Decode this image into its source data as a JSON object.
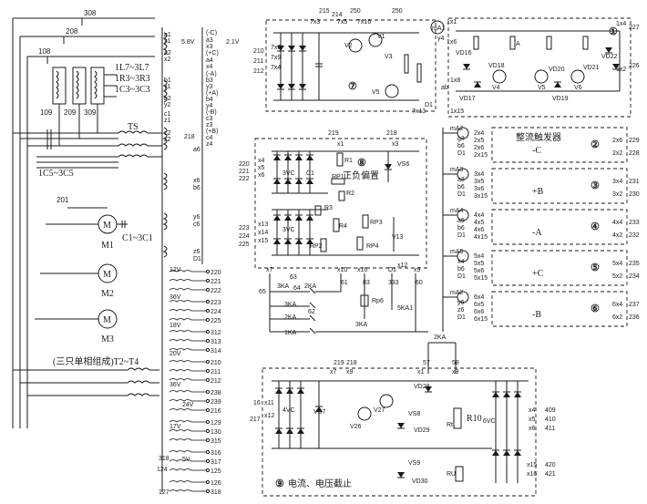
{
  "power_section": {
    "wire_numbers": [
      "308",
      "208",
      "108",
      "209",
      "309",
      "109",
      "201"
    ],
    "transformer_labels": [
      "1L7~3L7",
      "1R3~3R3",
      "1C3~3C3"
    ],
    "switch_label": "TS",
    "capacitor_label": "1C5~3C5",
    "motors": [
      {
        "name": "M1",
        "cap": "C1~3C1"
      },
      {
        "name": "M2"
      },
      {
        "name": "M3"
      }
    ],
    "transformer_note": "(三只单相组成)T2~T4"
  },
  "winding_column": {
    "voltage_labels": [
      "5.8V",
      "2.1V",
      "12V",
      "36V",
      "18V",
      "20V",
      "36V",
      "24V",
      "17V",
      "5V"
    ],
    "pins_left": [
      "a1",
      "x1",
      "a2",
      "x2",
      "b1",
      "y1",
      "b2",
      "y2",
      "c1",
      "z1",
      "c2",
      "z2"
    ],
    "pins_right": [
      "(-C)",
      "a3",
      "x3",
      "(+C)",
      "a4",
      "x4",
      "(-A)",
      "b3",
      "y3",
      "(+A)",
      "b4",
      "y4",
      "(-B)",
      "c3",
      "z3",
      "(+B)",
      "c4",
      "z4",
      "218",
      "a6",
      "x6",
      "b6",
      "y6",
      "c6",
      "z6",
      "D1"
    ],
    "outputs": [
      "220",
      "221",
      "222",
      "223",
      "224",
      "225",
      "312",
      "313",
      "314",
      "210",
      "211",
      "212",
      "238",
      "239",
      "216",
      "129",
      "130",
      "315",
      "316",
      "317",
      "125",
      "126",
      "318"
    ],
    "left_numbers": [
      "318",
      "124",
      "127",
      "217"
    ]
  },
  "block7": {
    "number": "⑦",
    "top_labels": [
      "215",
      "214",
      "250",
      "7x3",
      "7x5",
      "7x16",
      "250",
      "mA1",
      "1x1",
      "y4",
      "1x6"
    ],
    "inputs": [
      "210",
      "211",
      "212",
      "7x6",
      "7x9",
      "7x4"
    ],
    "components": [
      "V2",
      "V1",
      "V3",
      "V5",
      "D1",
      "7x13"
    ]
  },
  "block1": {
    "number": "①",
    "components": [
      "VD16",
      "VD18",
      "V4",
      "VD17",
      "V5",
      "VD20",
      "V6",
      "VD19",
      "VD21",
      "VD22",
      "1x2",
      "1x4",
      "1x15",
      "1x8"
    ],
    "labels": [
      "ab",
      "A",
      "227",
      "226"
    ]
  },
  "block8": {
    "number": "⑧",
    "title": "正负偏置",
    "top_labels": [
      "219",
      "x1",
      "218",
      "x3"
    ],
    "inputs": [
      "220",
      "221",
      "222",
      "223",
      "224",
      "225",
      "x4",
      "x5",
      "x6",
      "x13",
      "x14",
      "x15"
    ],
    "components": [
      "3VC",
      "3VC",
      "C1",
      "R1",
      "RP1",
      "R2",
      "R3",
      "R4",
      "RP3",
      "RP2",
      "RP4",
      "VS6",
      "V13"
    ],
    "bottom_labels": [
      "x7",
      "x10",
      "x16",
      "D1",
      "x12",
      "x9",
      "61",
      "83",
      "333",
      "60",
      "63",
      "64",
      "65",
      "62"
    ],
    "relays": [
      "3KA",
      "2KA",
      "3KA",
      "2KA",
      "1KA",
      "3KA",
      "5KA1",
      "Rp6"
    ]
  },
  "ma_blocks": [
    {
      "meter": "mA2",
      "pins": [
        "g3",
        "b6",
        "D1",
        "2x4",
        "2x5",
        "2x6",
        "2x15"
      ],
      "title": "整流触发器",
      "sign": "-C",
      "num": "②",
      "out": [
        "2x6",
        "229",
        "2x2",
        "228"
      ]
    },
    {
      "meter": "mA3",
      "pins": [
        "a3",
        "b6",
        "D1",
        "3x4",
        "3x5",
        "3x6",
        "3x15"
      ],
      "sign": "+B",
      "num": "③",
      "out": [
        "3x4",
        "231",
        "3x2",
        "230"
      ]
    },
    {
      "meter": "mA4",
      "pins": [
        "a5",
        "b6",
        "D1",
        "4x4",
        "4x5",
        "4x6",
        "4x15"
      ],
      "sign": "-A",
      "num": "④",
      "out": [
        "4x4",
        "233",
        "4x2",
        "232"
      ]
    },
    {
      "meter": "mA5",
      "pins": [
        "x4",
        "b6",
        "D1",
        "5x4",
        "5x5",
        "5x6",
        "5x15"
      ],
      "sign": "+C",
      "num": "⑤",
      "out": [
        "5x4",
        "235",
        "5x2",
        "234"
      ]
    },
    {
      "meter": "mA2",
      "pins": [
        "y6",
        "z6",
        "D1",
        "6x4",
        "6x5",
        "6x6",
        "6x15"
      ],
      "sign": "-B",
      "num": "⑥",
      "out": [
        "6x4",
        "237",
        "6x2",
        "236"
      ]
    }
  ],
  "block9": {
    "number": "⑨",
    "title": "电流、电压截止",
    "top_labels": [
      "219",
      "218",
      "x7",
      "x9",
      "2KA",
      "57",
      "58",
      "x1",
      "x3"
    ],
    "left_labels": [
      "16",
      "x11",
      "217",
      "x12"
    ],
    "components": [
      "4VC",
      "VS7",
      "V26",
      "V27",
      "VD28",
      "VS8",
      "VD29",
      "VS9",
      "VD30",
      "R10",
      "6VC",
      "Rt",
      "RU"
    ],
    "outputs": [
      "x4",
      "409",
      "x5",
      "410",
      "x6",
      "411",
      "x15",
      "420",
      "x16",
      "421"
    ]
  }
}
